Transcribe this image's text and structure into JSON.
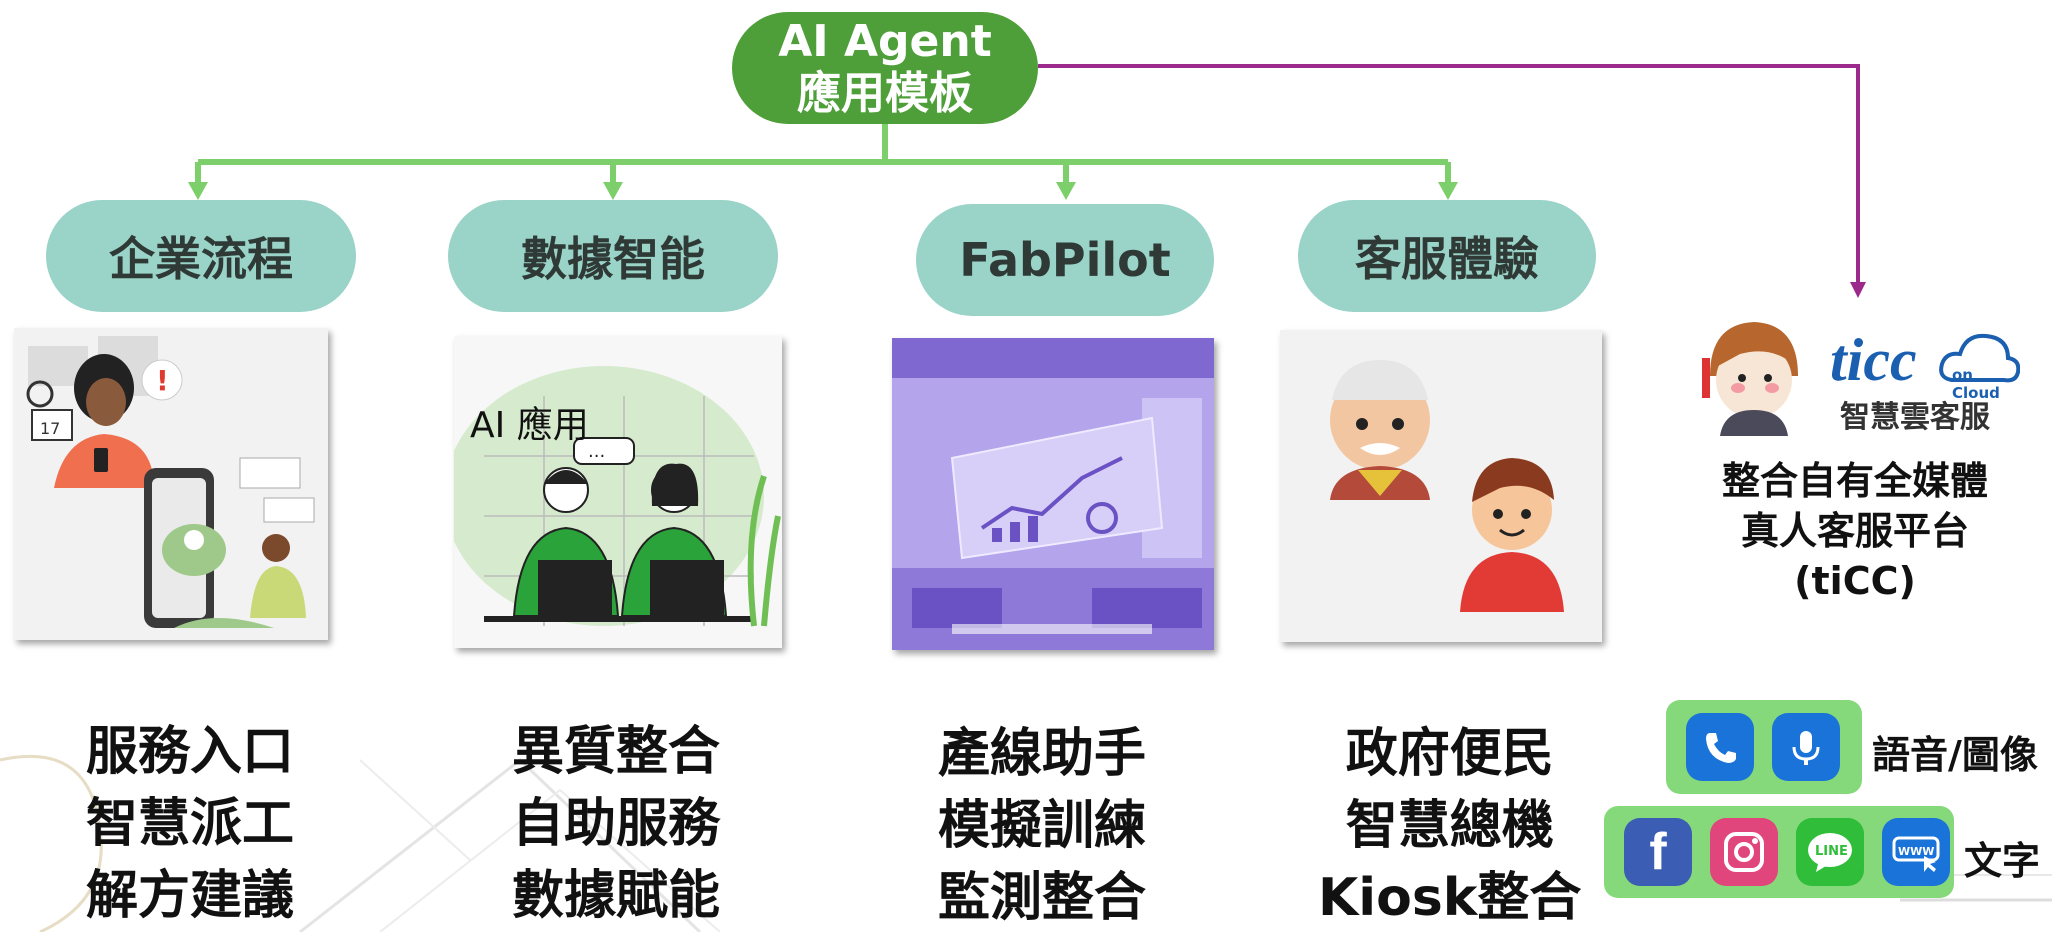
{
  "root": {
    "line1": "AI Agent",
    "line2": "應用模板"
  },
  "categories": [
    {
      "label": "企業流程",
      "items": [
        "服務入口",
        "智慧派工",
        "解方建議"
      ]
    },
    {
      "label": "數據智能",
      "items": [
        "異質整合",
        "自助服務",
        "數據賦能"
      ]
    },
    {
      "label": "FabPilot",
      "items": [
        "產線助手",
        "模擬訓練",
        "監測整合"
      ]
    },
    {
      "label": "客服體驗",
      "items": [
        "政府便民",
        "智慧總機",
        "Kiosk整合"
      ]
    }
  ],
  "data_card_caption": "AI 應用",
  "ticc": {
    "logo_text": "ticc",
    "logo_sub": "on Cloud",
    "logo_caption": "智慧雲客服",
    "desc": [
      "整合自有全媒體",
      "真人客服平台",
      "(tiCC)"
    ],
    "voice_label": "語音/圖像",
    "text_label": "文字"
  },
  "colors": {
    "root": "#4e9f39",
    "pill": "#9ad3c8",
    "tree_line": "#7ccf6b",
    "ticc_line": "#9b2a8c",
    "channel_bg": "#86d97a"
  }
}
